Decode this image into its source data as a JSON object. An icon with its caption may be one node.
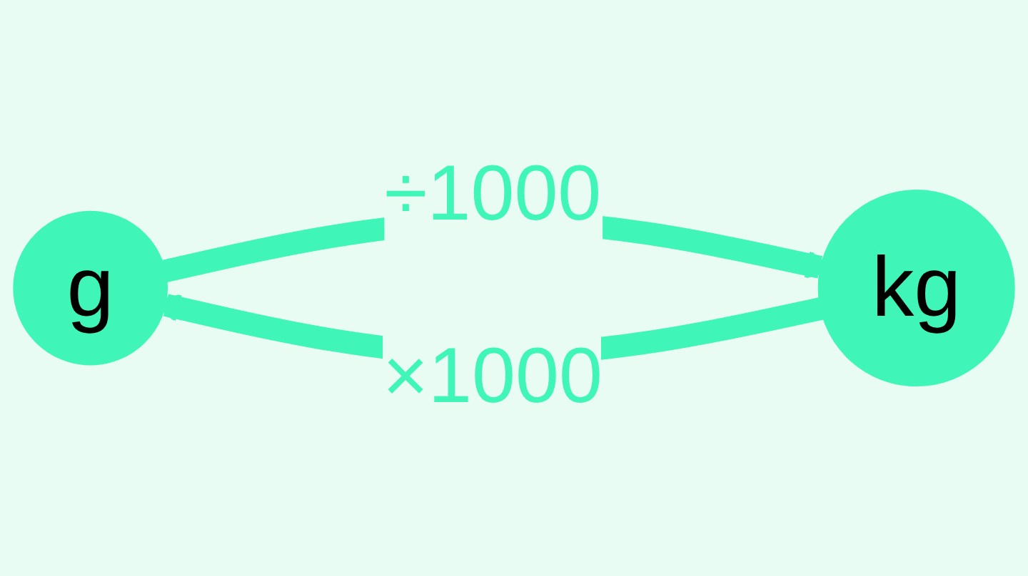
{
  "diagram": {
    "nodes": [
      {
        "text": [
          "g"
        ]
      },
      {
        "text": [
          "kg"
        ]
      }
    ],
    "edges": [
      {
        "from": 0,
        "to": 1,
        "arrow": "to",
        "label": "÷1000"
      },
      {
        "from": 1,
        "to": 0,
        "arrow": "to",
        "label": "×1000"
      }
    ]
  }
}
